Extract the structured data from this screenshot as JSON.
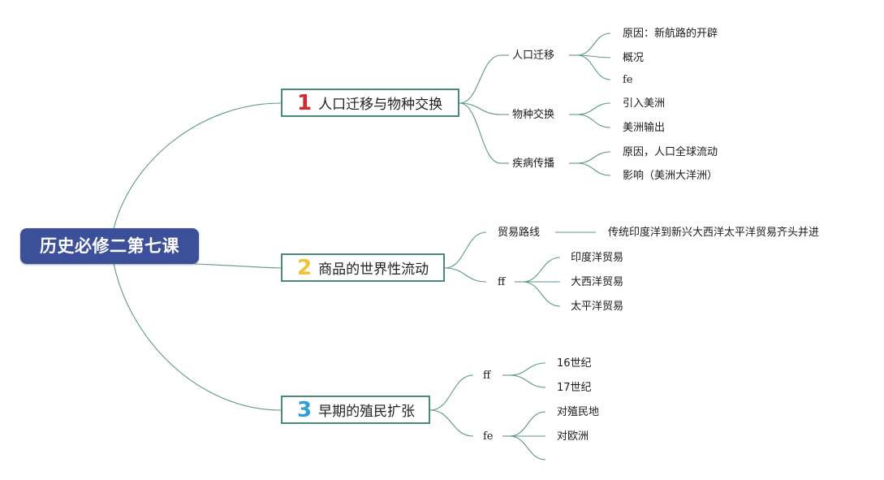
{
  "root": {
    "title": "历史必修二第七课"
  },
  "topics": [
    {
      "number": "1",
      "number_color": "#d9262f",
      "title": "人口迁移与物种交换",
      "subs": [
        {
          "label": "人口迁移",
          "leaves": [
            "原因：新航路的开辟",
            "概况",
            "fe"
          ]
        },
        {
          "label": "物种交换",
          "leaves": [
            "引入美洲",
            "美洲输出"
          ]
        },
        {
          "label": "疾病传播",
          "leaves": [
            "原因，人口全球流动",
            "影响（美洲大洋洲）"
          ]
        }
      ]
    },
    {
      "number": "2",
      "number_color": "#f2c230",
      "title": "商品的世界性流动",
      "subs": [
        {
          "label": "贸易路线",
          "leaves": [
            "传统印度洋到新兴大西洋太平洋贸易齐头并进"
          ]
        },
        {
          "label": "ff",
          "leaves": [
            "印度洋贸易",
            "大西洋贸易",
            "太平洋贸易"
          ]
        }
      ]
    },
    {
      "number": "3",
      "number_color": "#2a9fd8",
      "title": "早期的殖民扩张",
      "subs": [
        {
          "label": "ff",
          "leaves": [
            "16世纪",
            "17世纪"
          ]
        },
        {
          "label": "fe",
          "leaves": [
            "对殖民地",
            "对欧洲",
            ""
          ]
        }
      ]
    }
  ],
  "colors": {
    "line": "#5a9a80",
    "root_bg": "#3b4f9b",
    "topic_border": "#4a8a70"
  }
}
